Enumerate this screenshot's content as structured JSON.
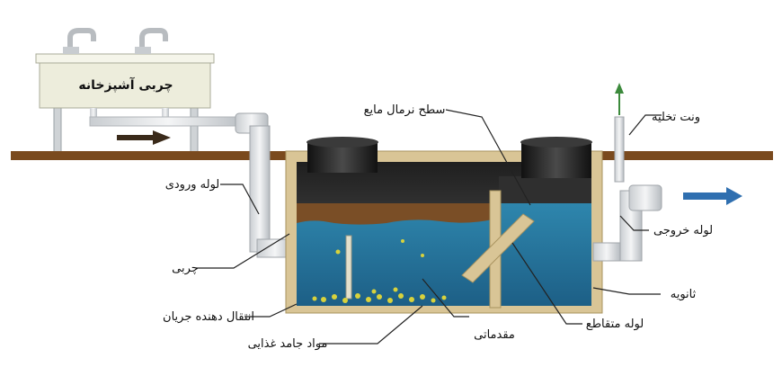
{
  "labels": {
    "kitchen_sink": "چربی آشپزخانه",
    "normal_liquid_level": "سطح نرمال مایع",
    "vent": "ونت تخلیه",
    "inlet_pipe": "لوله ورودی",
    "outlet_pipe": "لوله خروجی",
    "grease": "چربی",
    "secondary": "ثانویه",
    "flow_transfer": "انتقال دهنده جریان",
    "cross_pipe": "لوله متقاطع",
    "primary": "مقدماتی",
    "food_solids": "مواد جامد غذایی"
  },
  "colors": {
    "ground": "#7a4a1e",
    "water": "#3d8fb3",
    "grease_layer": "#7a4e26",
    "tank_wall": "#d9c596",
    "lid": "#2b2b2b",
    "pipe": "#e6e8ea",
    "arrow_flow": "#2f6fb0",
    "arrow_inlet": "#3a2a1a",
    "vent_arrow": "#3c8a3c"
  }
}
